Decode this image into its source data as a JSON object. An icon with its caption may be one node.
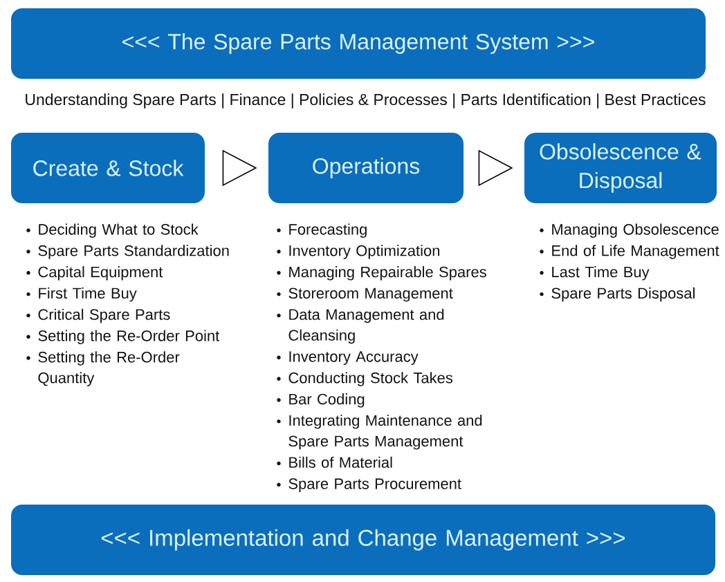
{
  "diagram": {
    "nodes": [
      {
        "text": [
          "<<< The Spare Parts Management System >>>"
        ]
      },
      {
        "text": [
          "Create & Stock"
        ],
        "beside": [
          "Deciding What to Stock",
          "Spare Parts Standardization",
          "Capital Equipment",
          "First Time Buy",
          "Critical Spare Parts",
          "Setting the Re-Order Point",
          "Setting the Re-Order Quantity"
        ]
      },
      {
        "text": [
          "Operations"
        ],
        "beside": [
          "Forecasting",
          "Inventory Optimization",
          "Managing Repairable Spares",
          "Storeroom Management",
          "Data Management and Cleansing",
          "Inventory Accuracy",
          "Conducting Stock Takes",
          "Bar Coding",
          "Integrating Maintenance and Spare Parts Management",
          "Bills of Material",
          "Spare Parts Procurement"
        ]
      },
      {
        "text": [
          "Obsolescence & Disposal"
        ],
        "beside": [
          "Managing Obsolescence",
          "End of Life Management",
          "Last Time Buy",
          "Spare Parts Disposal"
        ]
      },
      {
        "text": [
          "<<< Implementation and Change Management >>>"
        ]
      }
    ],
    "edges": [
      {
        "from": 1,
        "to": 2,
        "arrow": "to"
      },
      {
        "from": 2,
        "to": 3,
        "arrow": "to"
      }
    ],
    "labels": [
      "Understanding Spare Parts | Finance | Policies & Processes | Parts Identification | Best Practices"
    ]
  }
}
